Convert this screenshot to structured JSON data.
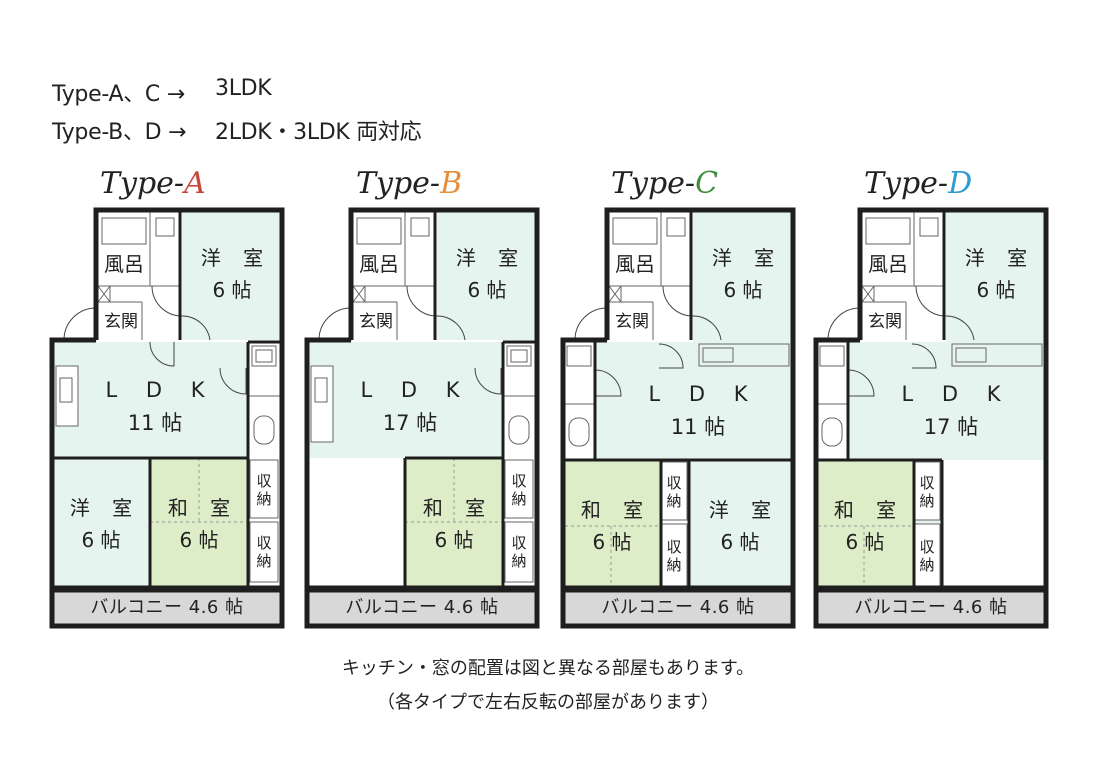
{
  "header": [
    {
      "type": "Type-A、C →",
      "value": "3LDK"
    },
    {
      "type": "Type-B、D →",
      "value": "2LDK・3LDK 両対応"
    }
  ],
  "plans": [
    {
      "prefix": "Type-",
      "letter": "A",
      "color": "#c8493a",
      "rooms": {
        "bath": "風呂",
        "entry": "玄関",
        "western_top": [
          "洋 室",
          "6 帖"
        ],
        "ldk": [
          "L D K",
          "11 帖"
        ],
        "room_a": [
          "洋 室",
          "6 帖"
        ],
        "room_b": [
          "和 室",
          "6 帖"
        ],
        "storage_1": [
          "収",
          "納"
        ],
        "storage_2": [
          "収",
          "納"
        ],
        "balcony": "バルコニー 4.6 帖"
      }
    },
    {
      "prefix": "Type-",
      "letter": "B",
      "color": "#e58f3a",
      "rooms": {
        "bath": "風呂",
        "entry": "玄関",
        "western_top": [
          "洋 室",
          "6 帖"
        ],
        "ldk": [
          "L D K",
          "17 帖"
        ],
        "room_b": [
          "和 室",
          "6 帖"
        ],
        "storage_1": [
          "収",
          "納"
        ],
        "storage_2": [
          "収",
          "納"
        ],
        "balcony": "バルコニー 4.6 帖"
      }
    },
    {
      "prefix": "Type-",
      "letter": "C",
      "color": "#3f8f3a",
      "rooms": {
        "bath": "風呂",
        "entry": "玄関",
        "western_top": [
          "洋 室",
          "6 帖"
        ],
        "ldk": [
          "L D K",
          "11 帖"
        ],
        "room_a": [
          "和 室",
          "6 帖"
        ],
        "room_b": [
          "洋 室",
          "6 帖"
        ],
        "storage_1": [
          "収",
          "納"
        ],
        "storage_2": [
          "収",
          "納"
        ],
        "balcony": "バルコニー 4.6 帖"
      }
    },
    {
      "prefix": "Type-",
      "letter": "D",
      "color": "#2c9ccf",
      "rooms": {
        "bath": "風呂",
        "entry": "玄関",
        "western_top": [
          "洋 室",
          "6 帖"
        ],
        "ldk": [
          "L D K",
          "17 帖"
        ],
        "room_a": [
          "和 室",
          "6 帖"
        ],
        "storage_1": [
          "収",
          "納"
        ],
        "storage_2": [
          "収",
          "納"
        ],
        "balcony": "バルコニー 4.6 帖"
      }
    }
  ],
  "notes": [
    "キッチン・窓の配置は図と異なる部屋もあります。",
    "（各タイプで左右反転の部屋があります）"
  ],
  "colors": {
    "wall": "#1e1e1e",
    "western_fill": "#e6f4f0",
    "japanese_fill": "#ddedc8",
    "balcony_fill": "#d8d8d8",
    "stroke": "#666666"
  }
}
